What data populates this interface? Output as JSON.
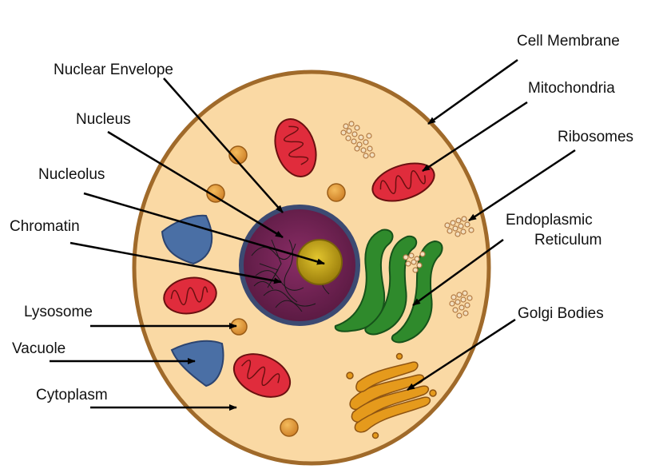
{
  "labels": {
    "cell_membrane": "Cell Membrane",
    "nuclear_envelope": "Nuclear Envelope",
    "mitochondria": "Mitochondria",
    "nucleus": "Nucleus",
    "ribosomes": "Ribosomes",
    "nucleolus": "Nucleolus",
    "chromatin": "Chromatin",
    "endoplasmic": "Endoplasmic",
    "reticulum": "Reticulum",
    "golgi_bodies": "Golgi Bodies",
    "lysosome": "Lysosome",
    "vacuole": "Vacuole",
    "cytoplasm": "Cytoplasm"
  },
  "colors": {
    "cytoplasm": "#fad9a4",
    "membrane": "#a06a2a",
    "nucleus": "#6a1f4e",
    "nucleolus": "#c4a414",
    "mitochondria": "#e02c3c",
    "er": "#2f8a2c",
    "golgi": "#e59a1c",
    "vacuole": "#4a6fa5",
    "lysosome": "#e8a23c",
    "ribosome": "#c9874a"
  },
  "icons": {
    "cell": "cell-icon",
    "nucleus": "nucleus-icon",
    "mitochondrion": "mitochondrion-icon",
    "er": "er-icon",
    "golgi": "golgi-icon",
    "vacuole": "vacuole-icon",
    "lysosome": "lysosome-icon",
    "ribosome": "ribosome-icon"
  }
}
